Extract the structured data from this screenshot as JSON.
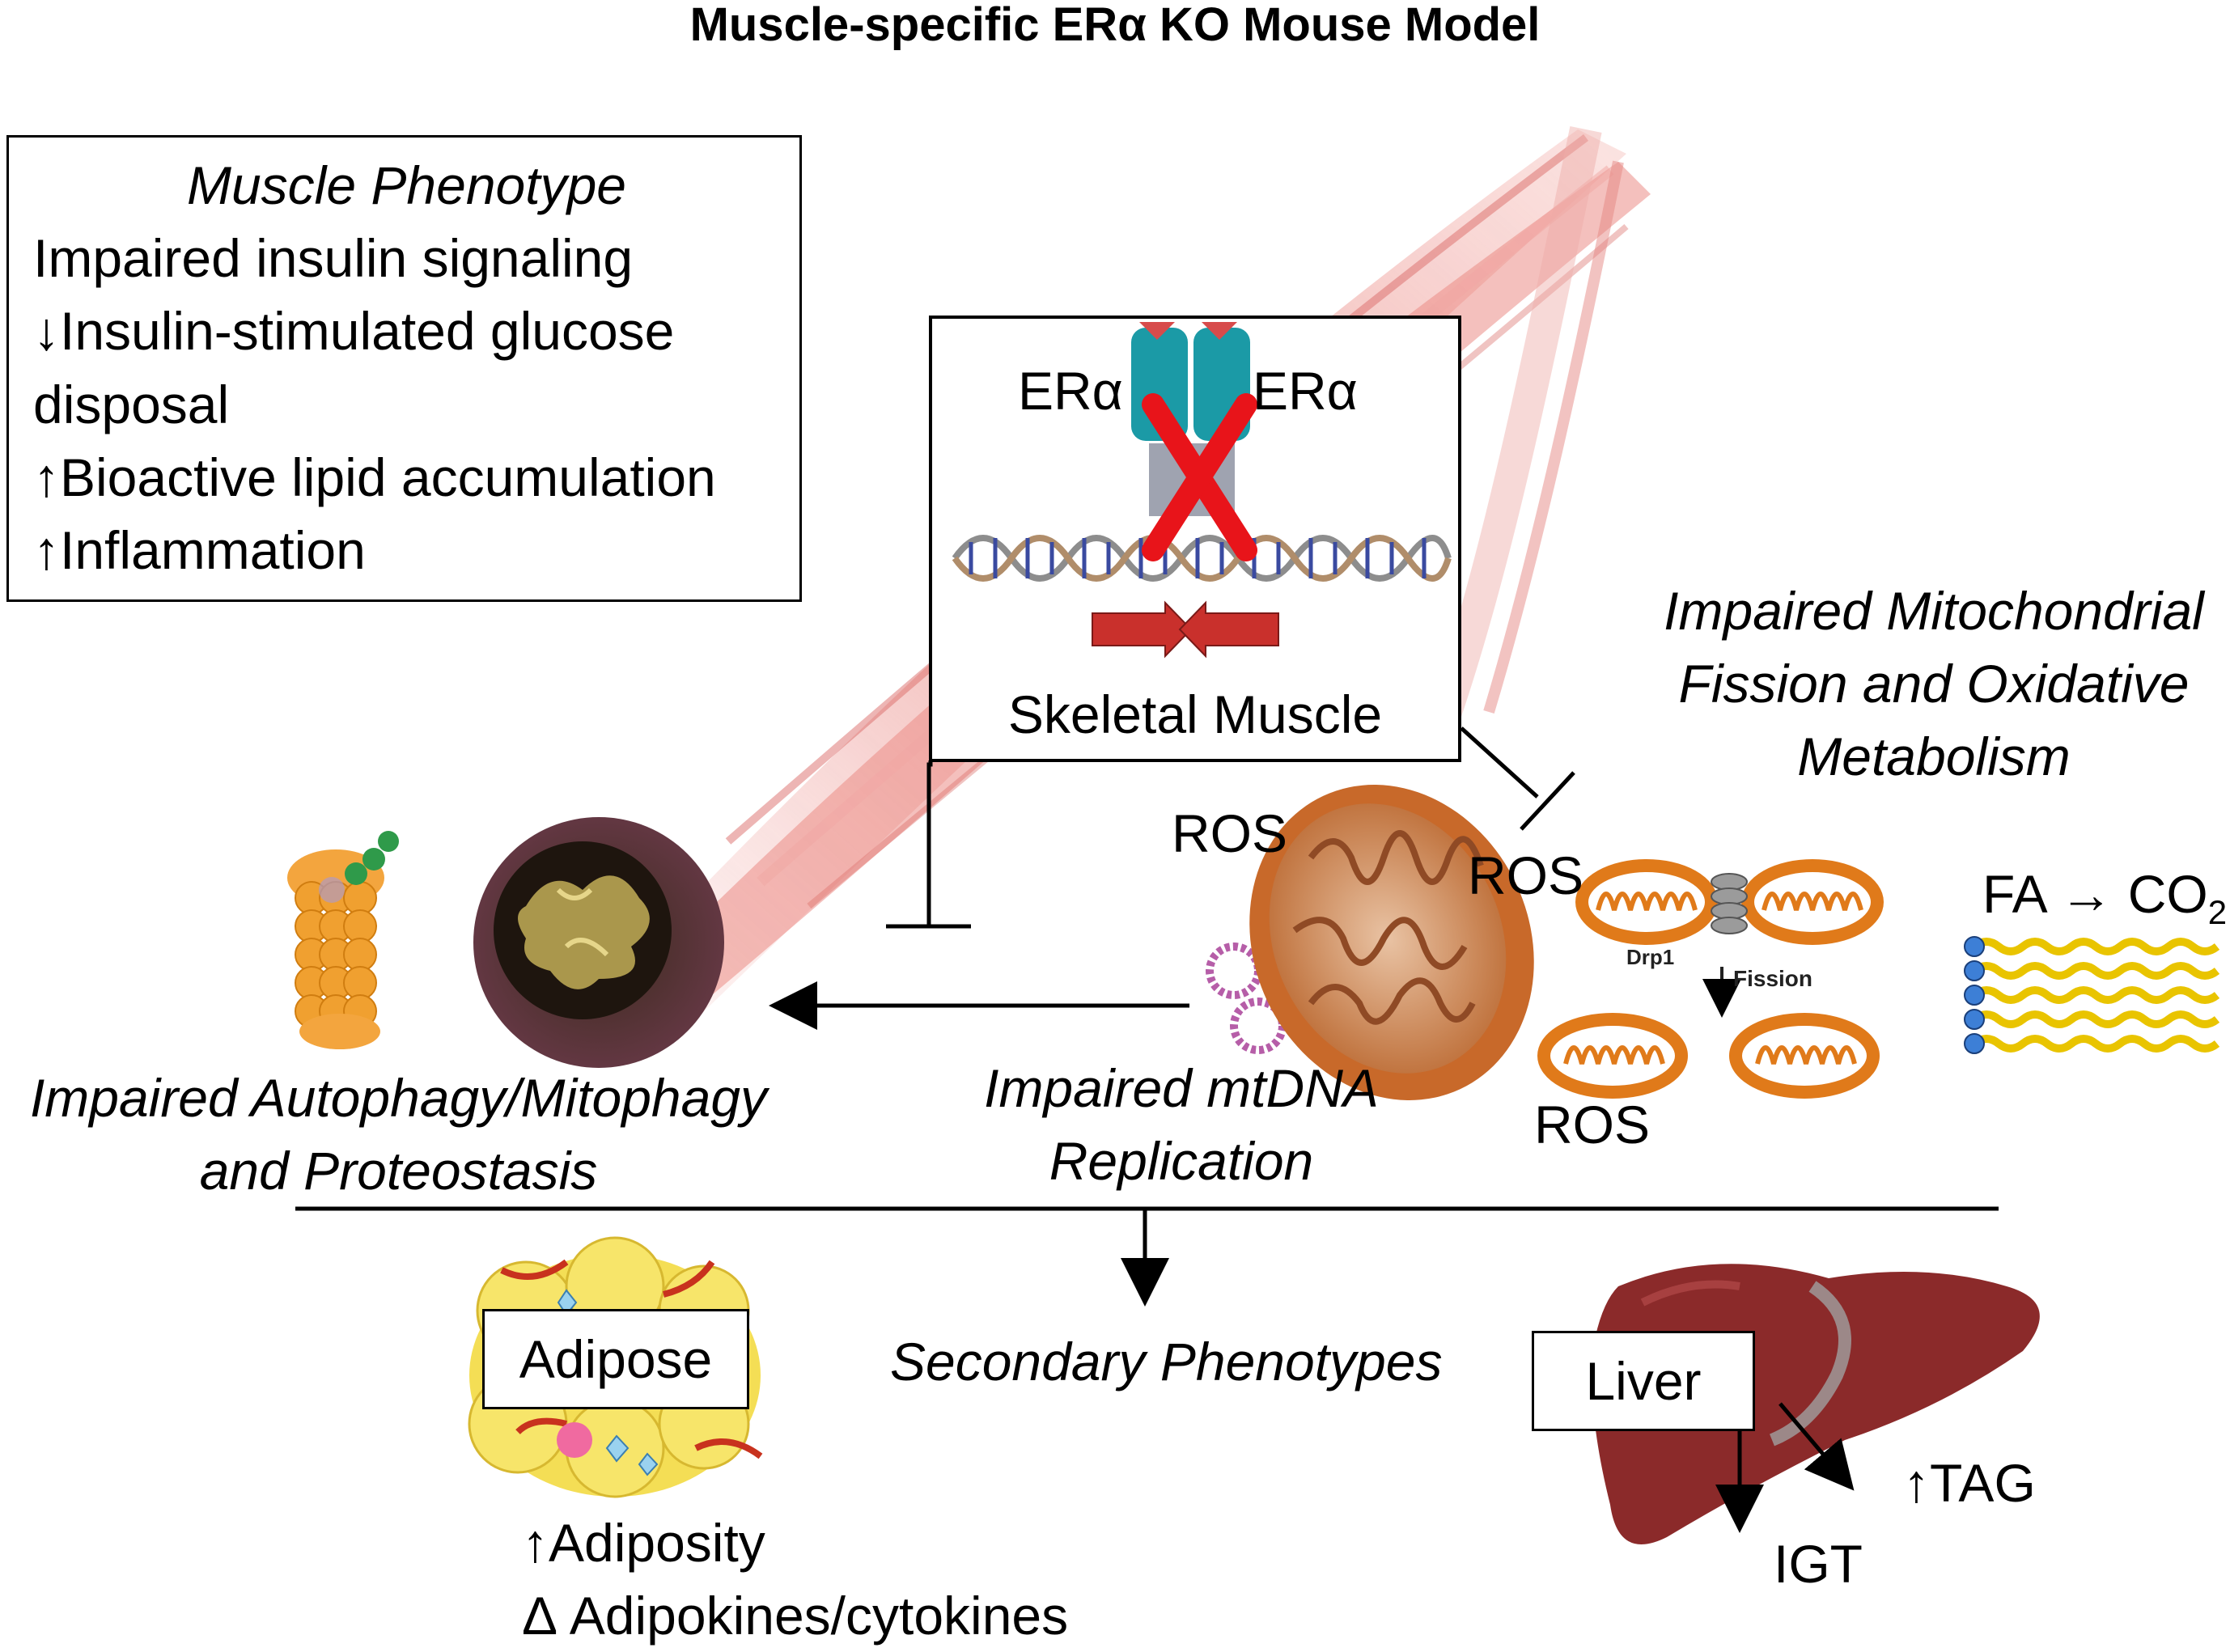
{
  "title": "Muscle-specific ERα KO Mouse Model",
  "muscle_phenotype": {
    "heading": "Muscle Phenotype",
    "lines": [
      "Impaired insulin signaling",
      "↓Insulin-stimulated glucose",
      "disposal",
      "↑Bioactive lipid accumulation",
      "↑Inflammation"
    ]
  },
  "center_box": {
    "label_left": "ERα",
    "label_right": "ERα",
    "caption": "Skeletal Muscle"
  },
  "mito_text": {
    "lines": [
      "Impaired Mitochondrial",
      "Fission and Oxidative",
      "Metabolism"
    ]
  },
  "ros": [
    "ROS",
    "ROS",
    "ROS"
  ],
  "fission_labels": {
    "drp1": "Drp1",
    "fission": "Fission"
  },
  "fa_label": "FA → CO",
  "fa_sub": "2",
  "autophagy": [
    "Impaired Autophagy/Mitophagy",
    "and Proteostasis"
  ],
  "mtdna": [
    "Impaired mtDNA",
    "Replication"
  ],
  "secondary": "Secondary Phenotypes",
  "adipose": {
    "label": "Adipose",
    "lines": [
      "↑Adiposity",
      "Δ Adipokines/cytokines"
    ]
  },
  "liver": {
    "label": "Liver",
    "tag": "↑TAG",
    "igt": "IGT"
  },
  "colors": {
    "muscle": "#e88080",
    "mito_orange": "#e07a1a",
    "receptor_teal": "#1b9aa6",
    "red_x": "#e8141a",
    "liver": "#8b2a2a",
    "adipose": "#f2d640"
  }
}
